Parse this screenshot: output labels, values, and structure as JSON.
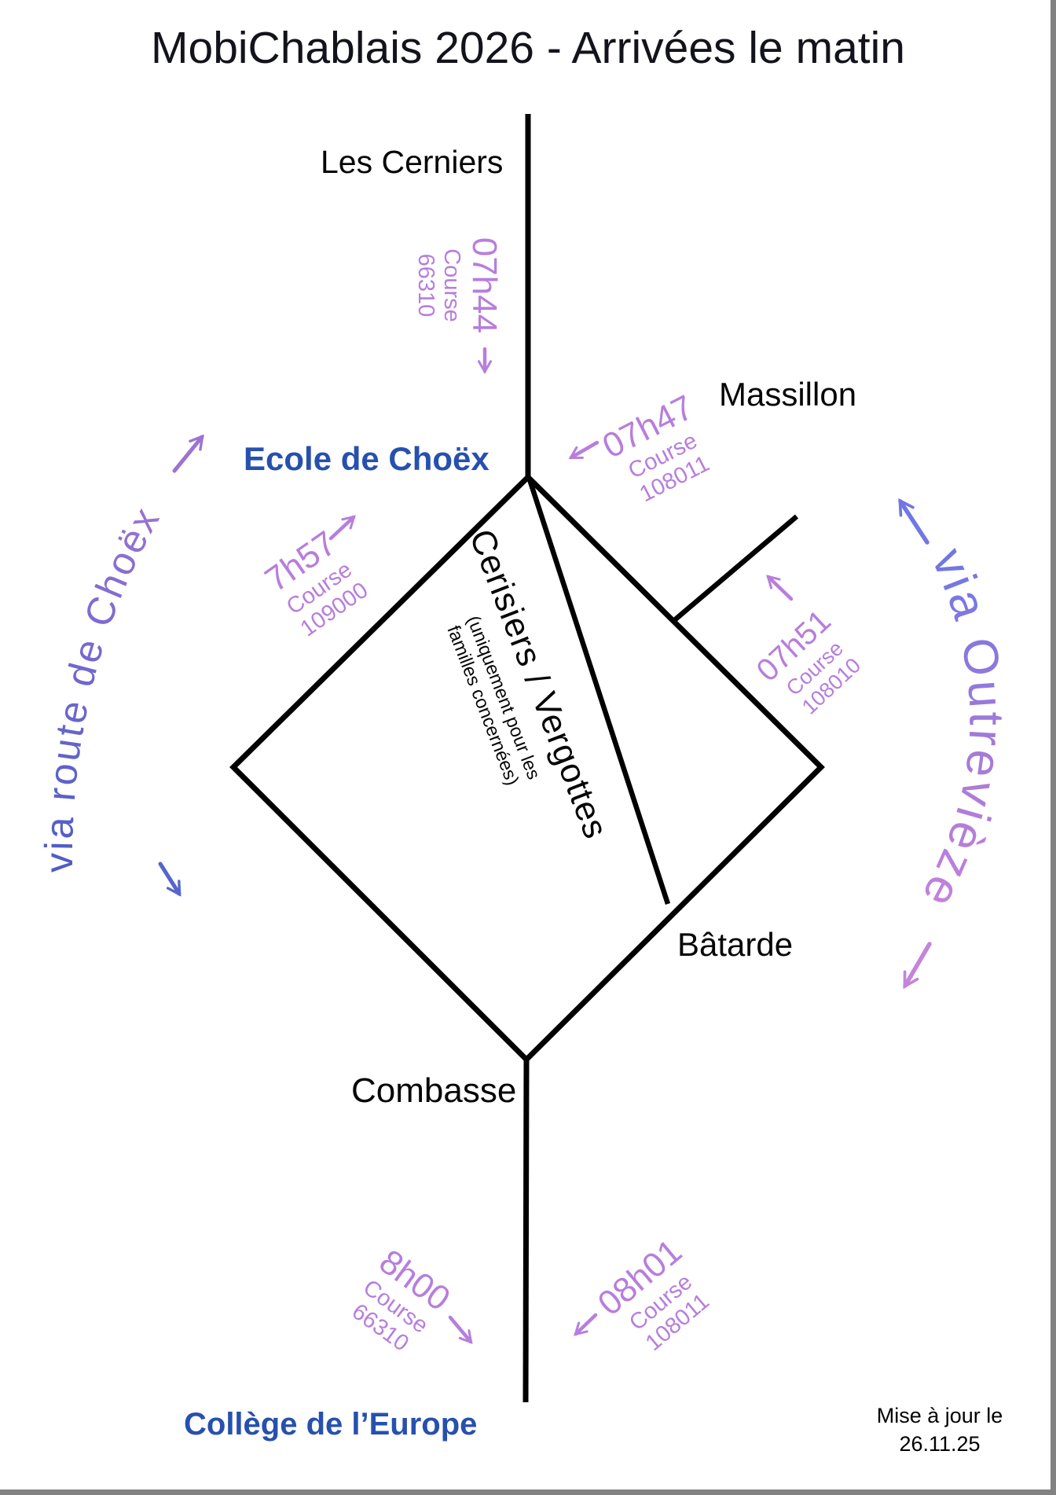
{
  "page": {
    "title": "MobiChablais 2026 - Arrivées le matin",
    "updated_line1": "Mise à jour le",
    "updated_line2": "26.11.25"
  },
  "stations": {
    "les_cerniers": "Les Cerniers",
    "massillon": "Massillon",
    "ecole_de_choex": "Ecole de Choëx",
    "batarde": "Bâtarde",
    "combasse": "Combasse",
    "college_europe": "Collège de l’Europe"
  },
  "zone_note": {
    "title": "Cerisiers / Vergottes",
    "line1": "(uniquement pour les",
    "line2": "familles concernées)"
  },
  "via_routes": {
    "left": "via route de Choëx",
    "right": "via Outrevièze"
  },
  "departures": {
    "d0744": {
      "time": "07h44",
      "label": "Course",
      "number": "66310"
    },
    "d0747": {
      "time": "07h47",
      "label": "Course",
      "number": "108011"
    },
    "d0757": {
      "time": "7h57",
      "label": "Course",
      "number": "109000"
    },
    "d0751": {
      "time": "07h51",
      "label": "Course",
      "number": "108010"
    },
    "d0800": {
      "time": "8h00",
      "label": "Course",
      "number": "66310"
    },
    "d0801": {
      "time": "08h01",
      "label": "Course",
      "number": "108011"
    }
  },
  "colors": {
    "line_black": "#000000",
    "school_blue": "#2750ae",
    "label_purple": "#b77edc",
    "via_left_bottom_blue": "#4d5dc5",
    "via_left_top_purple": "#9c73d2",
    "via_right_top_blue": "#7177e2",
    "via_right_bottom_pink": "#c783da"
  }
}
